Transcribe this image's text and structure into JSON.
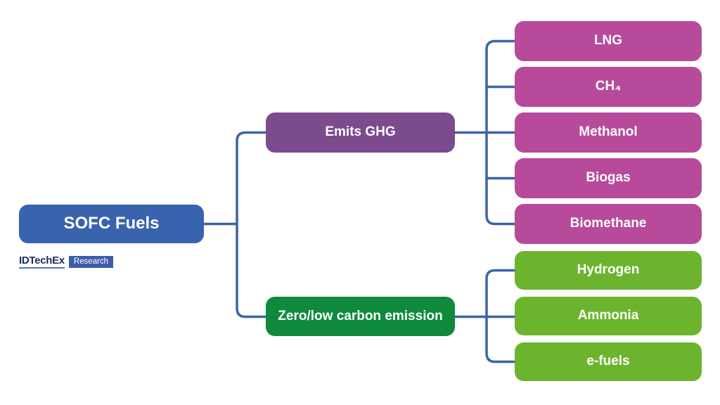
{
  "diagram": {
    "title": "SOFC Fuels diagram",
    "tree": {
      "root": {
        "label": "SOFC Fuels",
        "color": "#3a63ae"
      },
      "branches": [
        {
          "label": "Emits GHG",
          "color": "#7c4b8e",
          "child_color": "#b84a9c",
          "children": [
            {
              "label": "LNG"
            },
            {
              "label": "CH₄"
            },
            {
              "label": "Methanol"
            },
            {
              "label": "Biogas"
            },
            {
              "label": "Biomethane"
            }
          ]
        },
        {
          "label": "Zero/low carbon emission",
          "color": "#0f8a3c",
          "child_color": "#6cb42e",
          "children": [
            {
              "label": "Hydrogen"
            },
            {
              "label": "Ammonia"
            },
            {
              "label": "e-fuels"
            }
          ]
        }
      ]
    },
    "connector_color": "#3c63ac"
  },
  "logo": {
    "brand": "IDTechEx",
    "badge": "Research",
    "brand_color": "#1b2f63",
    "badge_color": "#3d5caa"
  }
}
